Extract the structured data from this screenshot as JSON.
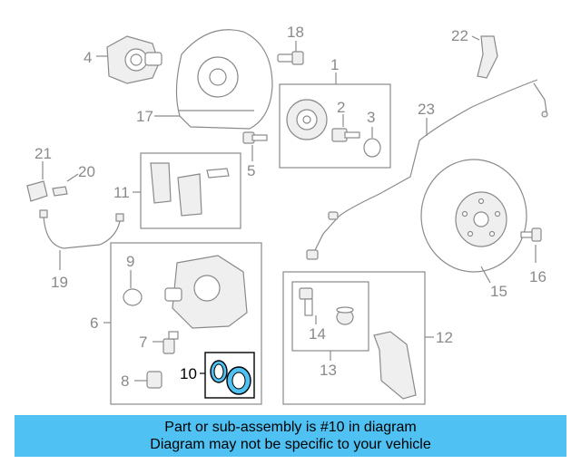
{
  "callouts": {
    "c1": "1",
    "c2": "2",
    "c3": "3",
    "c4": "4",
    "c5": "5",
    "c6": "6",
    "c7": "7",
    "c8": "8",
    "c9": "9",
    "c10": "10",
    "c11": "11",
    "c12": "12",
    "c13": "13",
    "c14": "14",
    "c15": "15",
    "c16": "16",
    "c17": "17",
    "c18": "18",
    "c19": "19",
    "c20": "20",
    "c21": "21",
    "c22": "22",
    "c23": "23"
  },
  "highlight": {
    "part_number": "10",
    "color": "#000000"
  },
  "banner": {
    "line1": "Part or sub-assembly is #10 in diagram",
    "line2": "Diagram may not be specific to your vehicle",
    "background": "#4fc1f2"
  }
}
